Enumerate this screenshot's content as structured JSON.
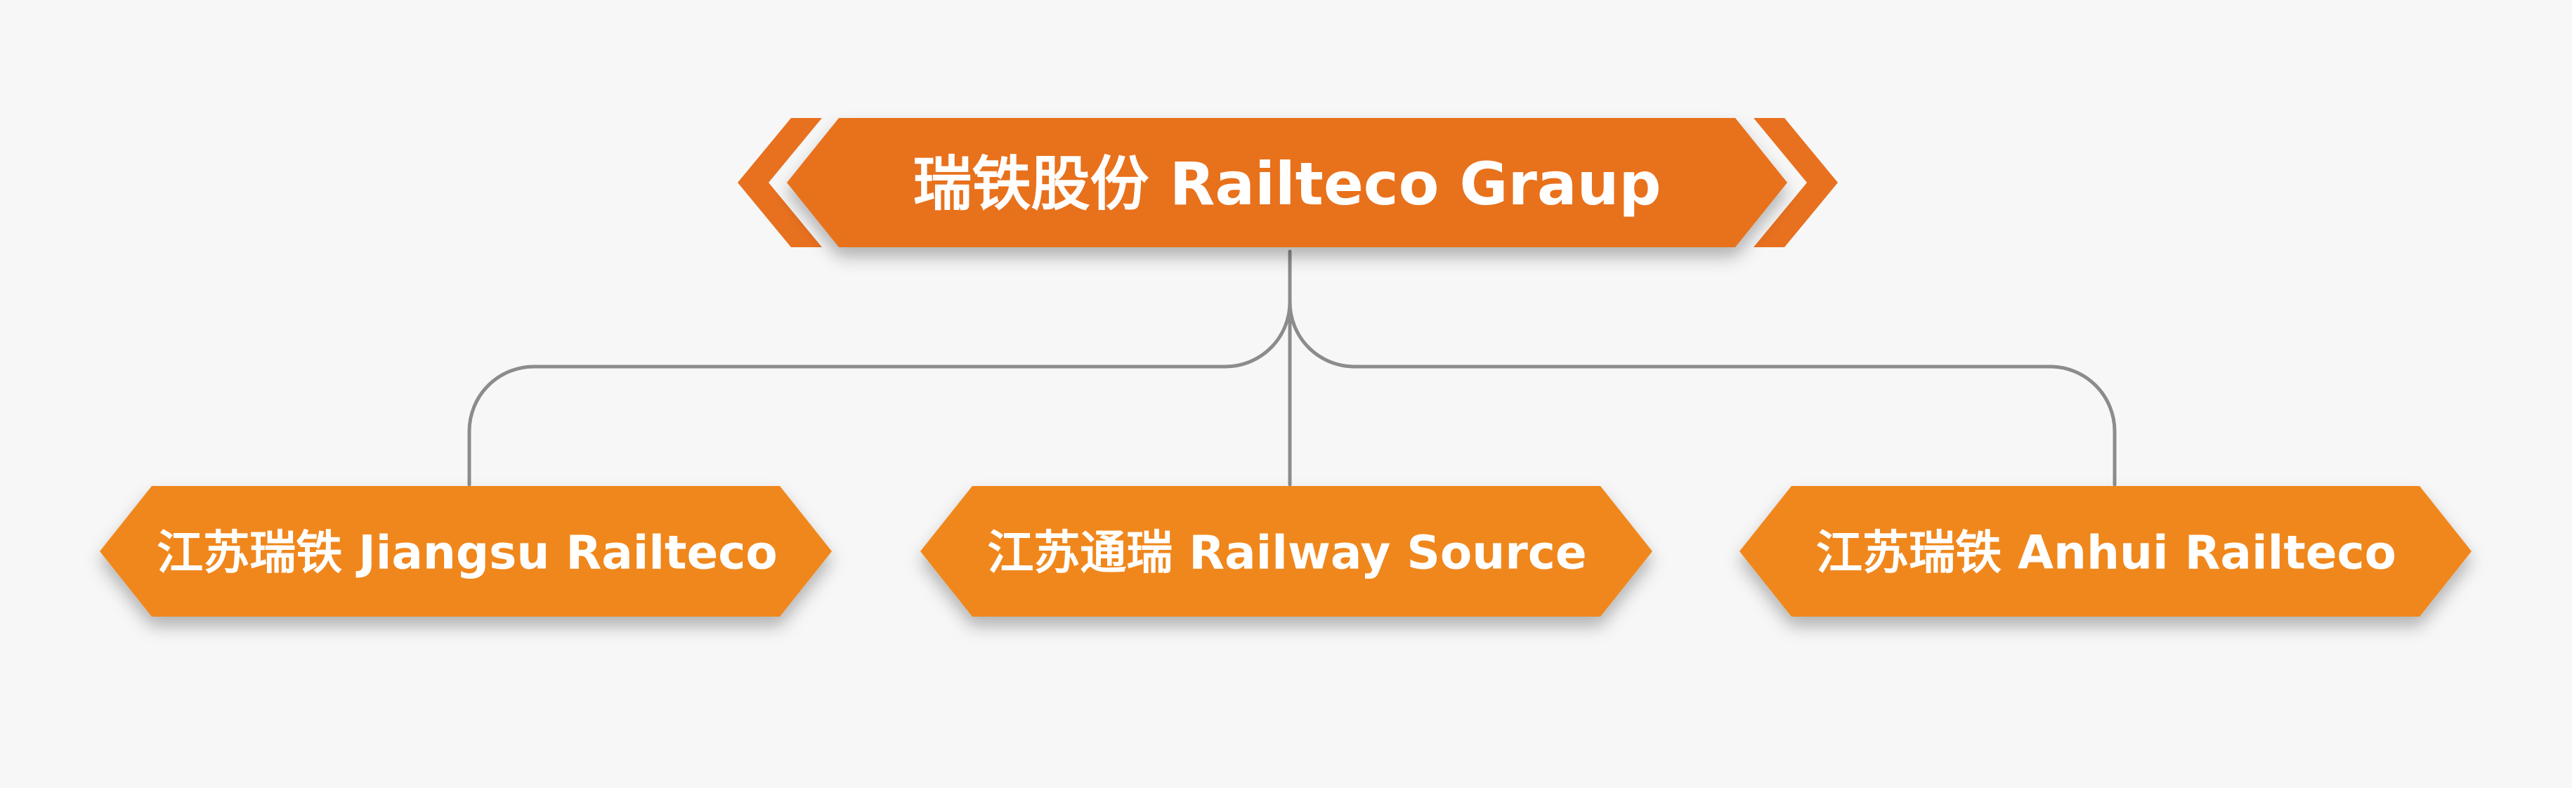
{
  "parent": {
    "label": "瑞铁股份 Railteco Graup"
  },
  "children": [
    {
      "label": "江苏瑞铁 Jiangsu Railteco"
    },
    {
      "label": "江苏通瑞 Railway Source"
    },
    {
      "label": "江苏瑞铁 Anhui Railteco"
    }
  ],
  "colors": {
    "background": "#f7f7f7",
    "parent_fill": "#e8711f",
    "child_fill": "#f0871c",
    "connector": "#8c8c8c",
    "text": "#ffffff"
  }
}
